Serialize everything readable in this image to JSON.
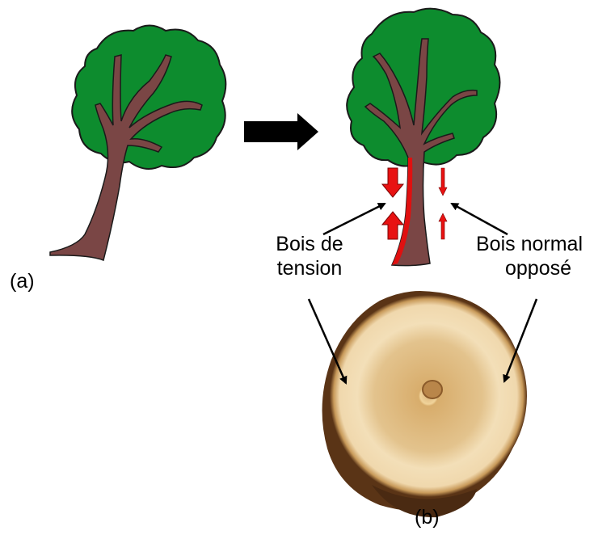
{
  "labels": {
    "panel_a": "(a)",
    "panel_b": "(b)",
    "tension_wood_line1": "Bois de",
    "tension_wood_line2": "tension",
    "opposite_wood_line1": "Bois normal",
    "opposite_wood_line2": "opposé"
  },
  "colors": {
    "foliage": "#0d8c2e",
    "trunk": "#7a4645",
    "tension_highlight": "#e01010",
    "arrow": "#000000",
    "compression_arrow": "#e81212",
    "wood_outer": "#f2dcb4",
    "wood_inner": "#e1c08a",
    "bark": "#5a3416"
  },
  "icons": {
    "transition_arrow": "right-arrow-icon",
    "force_arrows": "compression-arrows-icon"
  }
}
